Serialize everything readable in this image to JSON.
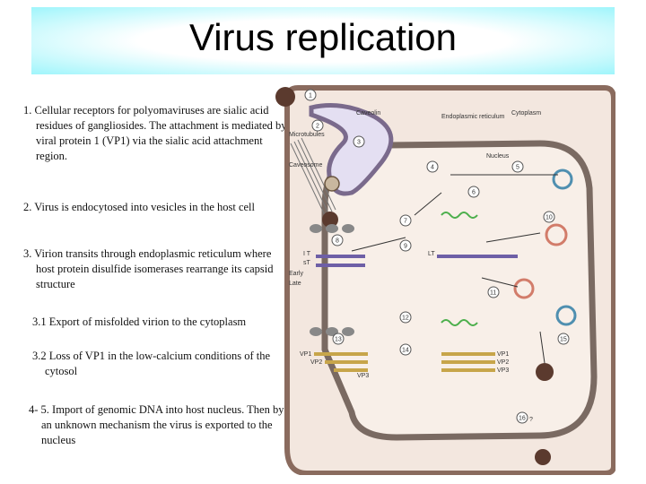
{
  "title": "Virus replication",
  "steps": [
    "1. Cellular receptors for polyomaviruses are sialic acid residues of gangliosides. The attachment is mediated by viral protein 1 (VP1) via the sialic acid attachment region.",
    "2. Virus is endocytosed into vesicles in the host cell",
    "3. Virion transits through endoplasmic reticulum where host protein disulfide isomerases rearrange its capsid structure",
    "3.1 Export of misfolded virion to the cytoplasm",
    "3.2 Loss of VP1 in the low-calcium conditions of the cytosol",
    "4- 5. Import of genomic DNA into host nucleus. Then by an unknown mechanism the virus is exported to the nucleus"
  ],
  "diagram": {
    "labels": {
      "caveolin": "Caveolin",
      "er": "Endoplasmic reticulum",
      "cytoplasm": "Cytoplasm",
      "microtubules": "Microtubules",
      "caveosome": "Caveosome",
      "nucleus": "Nucleus",
      "it": "I T",
      "st": "sT",
      "lt": "LT",
      "early": "Early",
      "late": "Late",
      "vp1_left": "VP1",
      "vp2_left": "VP2",
      "vp3_left": "VP3",
      "vp1_right": "VP1",
      "vp2_right": "VP2",
      "vp3_right": "VP3",
      "question": "?"
    },
    "step_numbers": [
      "1",
      "2",
      "3",
      "4",
      "5",
      "6",
      "7",
      "8",
      "9",
      "10",
      "11",
      "12",
      "13",
      "14",
      "15",
      "16"
    ]
  }
}
